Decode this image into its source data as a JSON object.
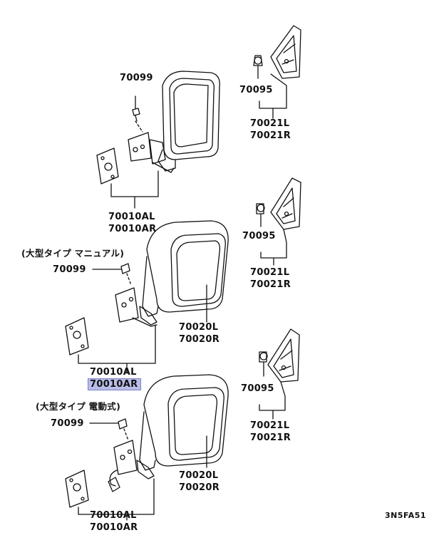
{
  "diagram": {
    "image_code": "3N5FA51",
    "groups": [
      {
        "screw": "70099",
        "cap": "70095",
        "cover": [
          "70021L",
          "70021R"
        ],
        "mirror": [
          "70010AL",
          "70010AR"
        ]
      },
      {
        "note": "(大型タイプ マニュアル)",
        "screw": "70099",
        "cap": "70095",
        "cover": [
          "70021L",
          "70021R"
        ],
        "glass": [
          "70020L",
          "70020R"
        ],
        "mirror": [
          "70010AL",
          "70010AR"
        ]
      },
      {
        "note": "(大型タイプ 電動式)",
        "screw": "70099",
        "cap": "70095",
        "cover": [
          "70021L",
          "70021R"
        ],
        "glass": [
          "70020L",
          "70020R"
        ],
        "mirror": [
          "70010AL",
          "70010AR"
        ]
      }
    ],
    "highlighted_part": "70010AR"
  }
}
